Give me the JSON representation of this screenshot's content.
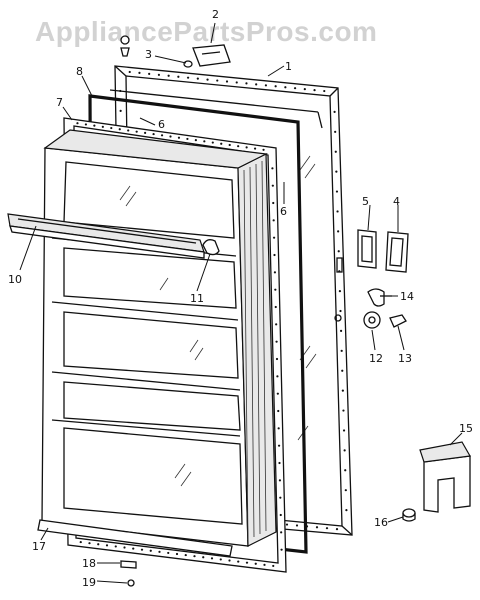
{
  "watermark": "AppliancePartsPros.com",
  "labels": {
    "p1": "1",
    "p2": "2",
    "p3": "3",
    "p4": "4",
    "p5": "5",
    "p6a": "6",
    "p6b": "6",
    "p7": "7",
    "p8": "8",
    "p10": "10",
    "p11": "11",
    "p12": "12",
    "p13": "13",
    "p14": "14",
    "p15": "15",
    "p16": "16",
    "p17": "17",
    "p18": "18",
    "p19": "19"
  }
}
